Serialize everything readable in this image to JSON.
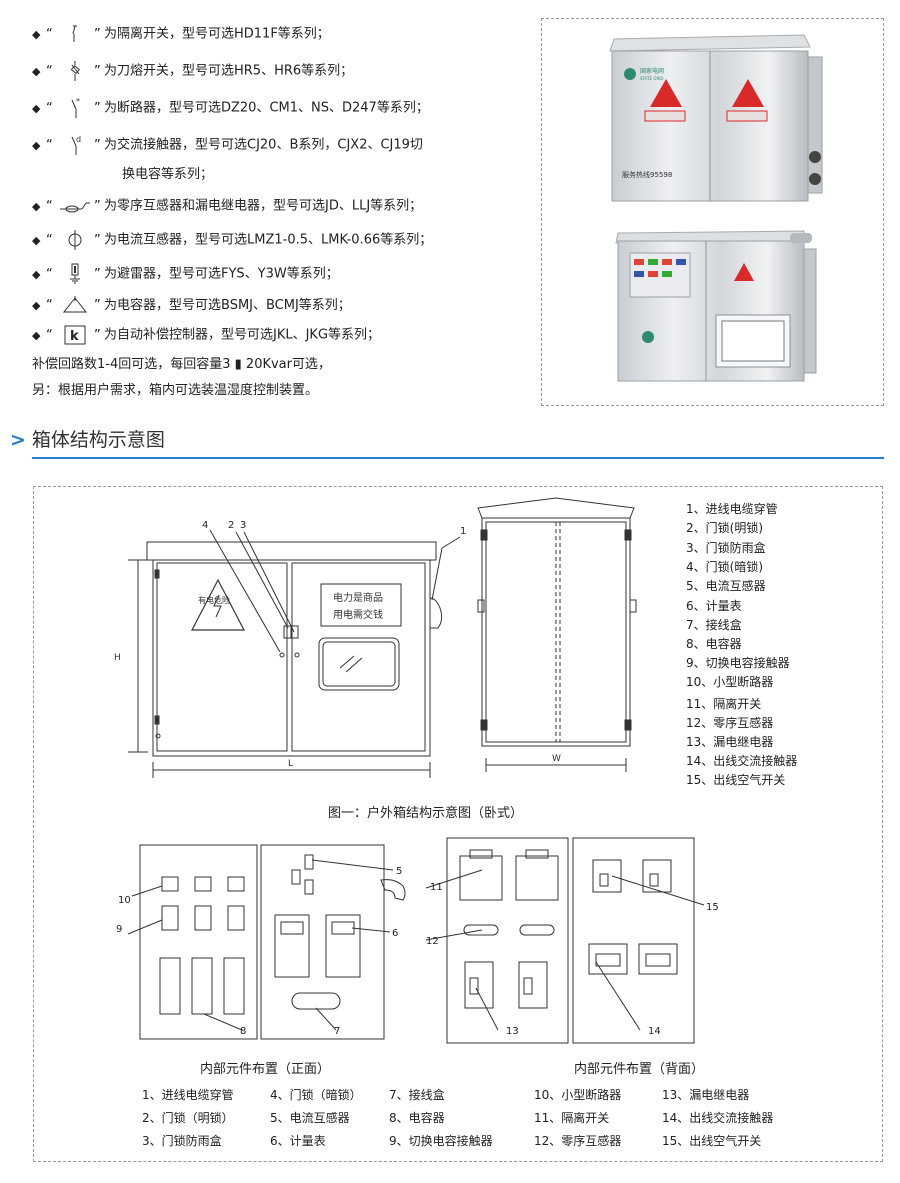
{
  "symbols": [
    {
      "icon": "isolating-switch-icon",
      "text": "为隔离开关，型号可选HD11F等系列；"
    },
    {
      "icon": "fuse-switch-icon",
      "text": "为刀熔开关，型号可选HR5、HR6等系列；"
    },
    {
      "icon": "circuit-breaker-icon",
      "text": "为断路器，型号可选DZ20、CM1、NS、D247等系列；"
    },
    {
      "icon": "contactor-icon",
      "text": "为交流接触器，型号可选CJ20、B系列，CJX2、CJ19切"
    },
    {
      "icon": "residual-transformer-icon",
      "text": "为零序互感器和漏电继电器，型号可选JD、LLJ等系列；"
    },
    {
      "icon": "current-transformer-icon",
      "text": "为电流互感器，型号可选LMZ1-0.5、LMK-0.66等系列；"
    },
    {
      "icon": "arrester-icon",
      "text": "为避雷器，型号可选FYS、Y3W等系列；"
    },
    {
      "icon": "capacitor-icon",
      "text": "为电容器，型号可选BSMJ、BCMJ等系列；"
    },
    {
      "icon": "compensation-controller-icon",
      "text": "为自动补偿控制器，型号可选JKL、JKG等系列；"
    }
  ],
  "contactor_cont": "换电容等系列；",
  "note_1": "补偿回路数1-4回可选，每回容量3 ▮ 20Kvar可选，",
  "note_2": "另：根据用户需求，箱内可选装温湿度控制装置。",
  "photo_texts": {
    "brand": "国家电网",
    "brand_en": "STATE GRID",
    "hotline": "服务热线95598"
  },
  "section_title": "箱体结构示意图",
  "diagram": {
    "warning_label": "有电危险",
    "sign_line_1": "电力是商品",
    "sign_line_2": "用电需交钱",
    "dim_h": "H",
    "dim_l": "L",
    "dim_w": "W",
    "callouts_top": [
      "4",
      "2",
      "3",
      "1"
    ],
    "callouts_front": [
      "10",
      "9",
      "8",
      "5",
      "6",
      "7"
    ],
    "callouts_back": [
      "11",
      "12",
      "13",
      "15",
      "14"
    ],
    "k_label": "k"
  },
  "legend": [
    "1、进线电缆穿管",
    "2、门锁(明锁)",
    "3、门锁防雨盒",
    "4、门锁(暗锁)",
    "5、电流互感器",
    "6、计量表",
    "7、接线盒",
    "8、电容器",
    "9、切换电容接触器",
    "10、小型断路器",
    "11、隔离开关",
    "12、零序互感器",
    "13、漏电继电器",
    "14、出线交流接触器",
    "15、出线空气开关"
  ],
  "caption_1": "图一：户外箱结构示意图（卧式）",
  "caption_front": "内部元件布置（正面）",
  "caption_back": "内部元件布置（背面）",
  "bottom_legend": [
    [
      "1、进线电缆穿管",
      "4、门锁（暗锁）",
      "7、接线盒",
      "10、小型断路器",
      "13、漏电继电器"
    ],
    [
      "2、门锁（明锁）",
      "5、电流互感器",
      "8、电容器",
      "11、隔离开关",
      "14、出线交流接触器"
    ],
    [
      "3、门锁防雨盒",
      "6、计量表",
      "9、切换电容接触器",
      "12、零序互感器",
      "15、出线空气开关"
    ]
  ],
  "colors": {
    "accent": "#2a7fc9",
    "warning": "#d92a2a",
    "cabinet": "#d9dde2"
  }
}
